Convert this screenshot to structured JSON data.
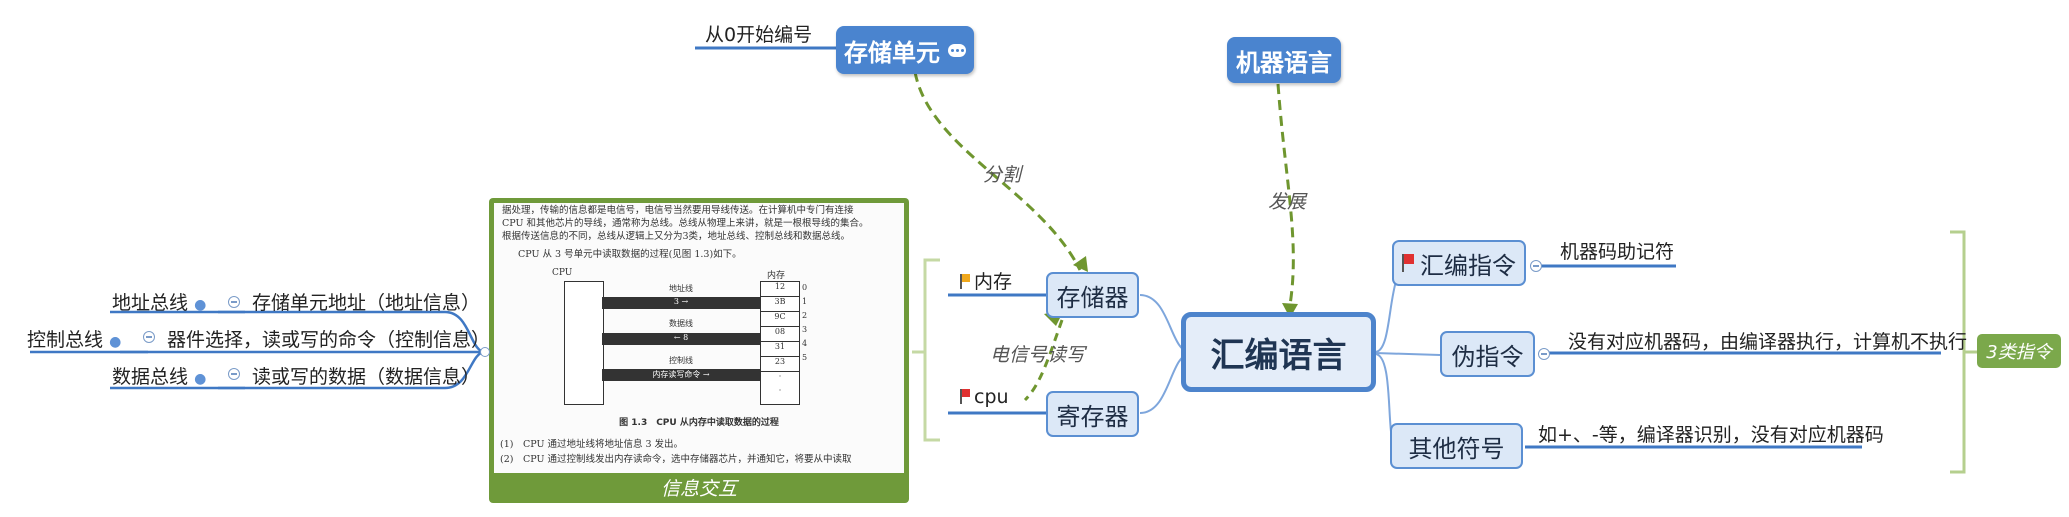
{
  "root": {
    "label": "汇编语言"
  },
  "top_nodes": {
    "storage_unit": {
      "label": "存储单元",
      "note_icon": "comment-icon",
      "child": "从0开始编号",
      "relation": "分割"
    },
    "machine_language": {
      "label": "机器语言",
      "relation": "发展"
    }
  },
  "left_nodes": {
    "memory": {
      "label": "存储器",
      "flag_label": "内存",
      "flag_color": "#f0a81c"
    },
    "register": {
      "label": "寄存器",
      "flag_label": "cpu",
      "flag_color": "#e03131"
    },
    "relation": "电信号读写"
  },
  "right_nodes": [
    {
      "label": "汇编指令",
      "flag_color": "#e03131",
      "child": "机器码助记符"
    },
    {
      "label": "伪指令",
      "child": "没有对应机器码，由编译器执行，计算机不执行"
    },
    {
      "label": "其他符号",
      "child": "如+、-等，编译器识别，没有对应机器码"
    }
  ],
  "summary": {
    "label": "3类指令",
    "color": "#7ba84b"
  },
  "image_card": {
    "caption": "信息交互",
    "figure_caption": "图 1.3　CPU 从内存中读取数据的过程",
    "text_top_1": "据处理，传输的信息都是电信号，电信号当然要用导线传送。在计算机中专门有连接",
    "text_top_2": "CPU 和其他芯片的导线，通常称为总线。总线从物理上来讲，就是一根根导线的集合。",
    "text_top_3": "根据传送信息的不同，总线从逻辑上又分为3类，地址总线、控制总线和数据总线。",
    "text_top_4": "CPU 从 3 号单元中读取数据的过程(见图 1.3)如下。",
    "text_bottom_1": "(1)　CPU 通过地址线将地址信息 3 发出。",
    "text_bottom_2": "(2)　CPU 通过控制线发出内存读命令，选中存储器芯片，并通知它，将要从中读取",
    "cpu_label": "CPU",
    "mem_label": "内存",
    "bus_labels": [
      "地址线",
      "3 →",
      "数据线",
      "← 8",
      "控制线",
      "内存读写命令 →"
    ],
    "mem_cells": [
      "12",
      "3B",
      "9C",
      "08",
      "31",
      "23",
      "·",
      "·"
    ],
    "mem_addrs": [
      "0",
      "1",
      "2",
      "3",
      "4",
      "5"
    ]
  },
  "buses": [
    {
      "name": "地址总线",
      "detail": "存储单元地址（地址信息）"
    },
    {
      "name": "控制总线",
      "detail": "器件选择，读或写的命令（控制信息）"
    },
    {
      "name": "数据总线",
      "detail": "读或写的数据（数据信息）"
    }
  ],
  "colors": {
    "primary": "#4a84cf",
    "link": "#5f92d6",
    "relation": "#6f962f",
    "green": "#7ba84b"
  }
}
